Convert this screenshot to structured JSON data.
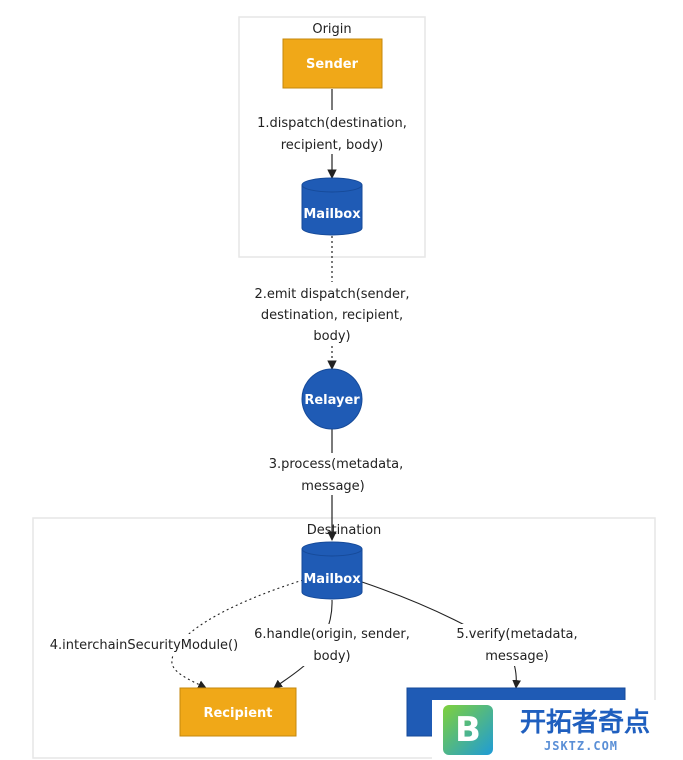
{
  "groups": {
    "origin": "Origin",
    "destination": "Destination"
  },
  "nodes": {
    "sender": "Sender",
    "origin_mailbox": "Mailbox",
    "relayer": "Relayer",
    "dest_mailbox": "Mailbox",
    "recipient": "Recipient",
    "ism": ""
  },
  "edges": {
    "dispatch": [
      "1.dispatch(destination,",
      "recipient, body)"
    ],
    "emit": [
      "2.emit dispatch(sender,",
      "destination, recipient,",
      "body)"
    ],
    "process": [
      "3.process(metadata,",
      "message)"
    ],
    "ism_query": [
      "4.interchainSecurityModule()"
    ],
    "handle": [
      "6.handle(origin, sender,",
      "body)"
    ],
    "verify": [
      "5.verify(metadata,",
      "message)"
    ]
  },
  "watermark": {
    "cn": "开拓者奇点",
    "en": "JSKTZ.COM",
    "letter": "B"
  },
  "colors": {
    "node_blue": "#1f5bb5",
    "node_orange": "#f0a818",
    "edge": "#333333",
    "group_border": "#e6e6e6"
  }
}
